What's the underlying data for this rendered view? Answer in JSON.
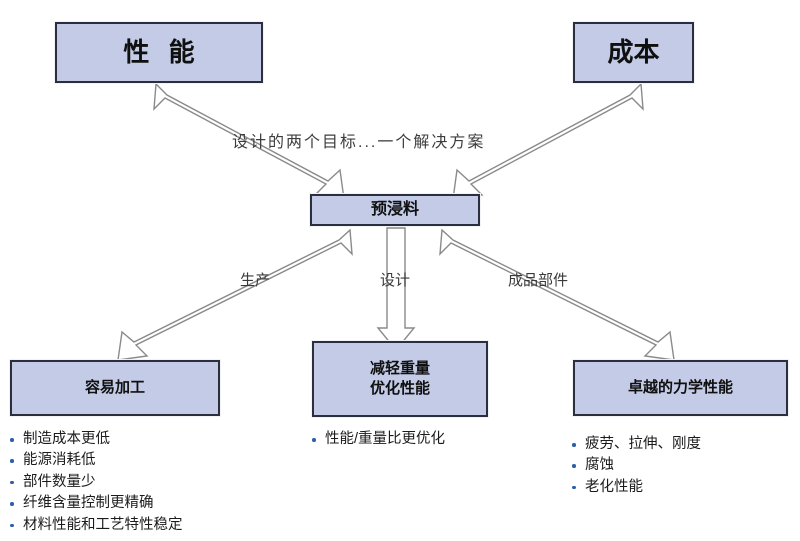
{
  "diagram": {
    "title_node_top_left": "性 能",
    "title_node_top_right": "成本",
    "center_node": "预浸料",
    "center_connector_label": "设计的两个目标...一个解决方案",
    "branch_labels": {
      "left": "生产",
      "middle": "设计",
      "right": "成品部件"
    },
    "outcomes": [
      {
        "box_lines": [
          "容易加工"
        ],
        "bullets": [
          "制造成本更低",
          "能源消耗低",
          "部件数量少",
          "纤维含量控制更精确",
          "材料性能和工艺特性稳定"
        ]
      },
      {
        "box_lines": [
          "减轻重量",
          "优化性能"
        ],
        "bullets": [
          "性能/重量比更优化"
        ]
      },
      {
        "box_lines": [
          "卓越的力学性能"
        ],
        "bullets": [
          "疲劳、拉伸、刚度",
          "腐蚀",
          "老化性能"
        ]
      }
    ],
    "colors": {
      "box_fill": "#c3cbe6",
      "box_border": "#2b2f3d",
      "arrow_stroke": "#8a8a8a",
      "arrow_fill": "#ffffff",
      "bullet_marker": "#2f5fa8",
      "background": "#ffffff"
    }
  }
}
